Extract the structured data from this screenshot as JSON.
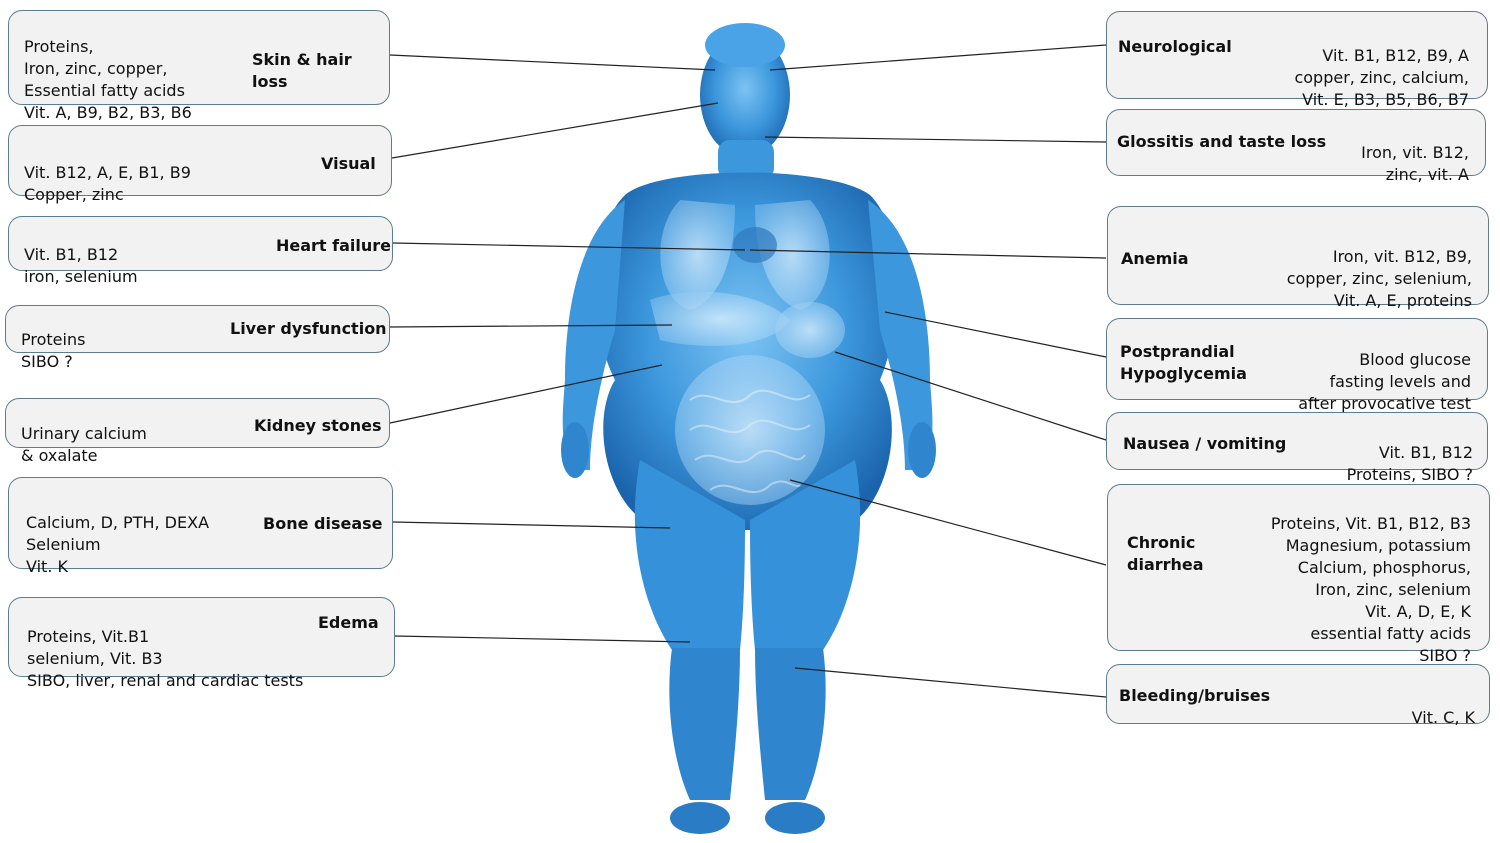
{
  "left": [
    {
      "title": "Skin & hair loss",
      "lines": [
        "Proteins,",
        "Iron, zinc, copper,",
        "Essential fatty acids",
        "Vit. A, B9, B2, B3, B6"
      ]
    },
    {
      "title": "Visual",
      "lines": [
        "Vit. B12, A, E, B1, B9",
        "Copper, zinc"
      ]
    },
    {
      "title": "Heart failure",
      "lines": [
        "Vit. B1, B12",
        "iron, selenium"
      ]
    },
    {
      "title": "Liver dysfunction",
      "lines": [
        "Proteins",
        "SIBO ?"
      ]
    },
    {
      "title": "Kidney stones",
      "lines": [
        "Urinary calcium",
        "& oxalate"
      ]
    },
    {
      "title": "Bone disease",
      "lines": [
        "Calcium, D, PTH, DEXA",
        "Selenium",
        "Vit. K"
      ]
    },
    {
      "title": "Edema",
      "lines": [
        "Proteins, Vit.B1",
        "selenium, Vit. B3",
        "SIBO, liver, renal and cardiac tests"
      ]
    }
  ],
  "right": [
    {
      "title": "Neurological",
      "lines": [
        "Vit. B1, B12, B9, A",
        "copper, zinc, calcium,",
        "Vit. E, B3, B5, B6, B7"
      ]
    },
    {
      "title": "Glossitis and taste loss",
      "lines": [
        "Iron, vit. B12,",
        "zinc, vit. A"
      ]
    },
    {
      "title": "Anemia",
      "lines": [
        "Iron, vit. B12, B9,",
        "copper, zinc, selenium,",
        "Vit. A, E, proteins"
      ]
    },
    {
      "title": "Postprandial\nHypoglycemia",
      "lines": [
        "Blood glucose",
        "fasting levels and",
        "after provocative test"
      ]
    },
    {
      "title": "Nausea / vomiting",
      "lines": [
        "Vit. B1, B12",
        "Proteins, SIBO ?"
      ]
    },
    {
      "title": "Chronic\ndiarrhea",
      "lines": [
        "Proteins, Vit. B1, B12, B3",
        "Magnesium, potassium",
        "Calcium, phosphorus,",
        "Iron, zinc, selenium",
        "Vit. A, D, E, K",
        "essential fatty acids",
        "SIBO ?"
      ]
    },
    {
      "title": "Bleeding/bruises",
      "lines": [
        "Vit. C, K"
      ]
    }
  ],
  "colors": {
    "body": "#2e8fd6",
    "body_dark": "#1a5fa8",
    "box_bg": "#f2f2f2",
    "box_border": "#5f7b8f",
    "line": "#222222"
  }
}
